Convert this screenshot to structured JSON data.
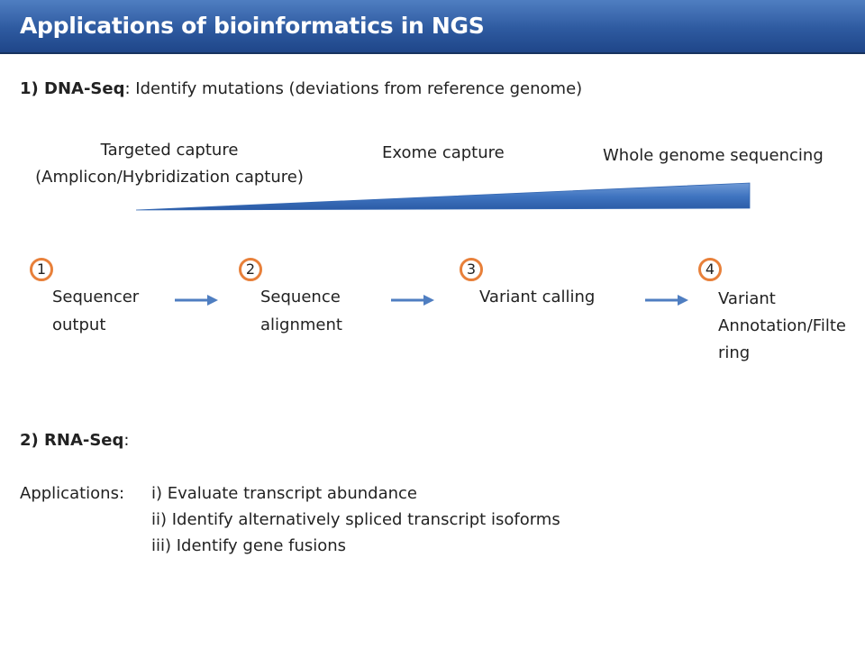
{
  "title": "Applications of bioinformatics in NGS",
  "dna_seq": {
    "label": "1) DNA-Seq",
    "description": ": Identify mutations (deviations from reference genome)",
    "capture": {
      "targeted_line1": "Targeted capture",
      "targeted_line2": "(Amplicon/Hybridization capture)",
      "exome": "Exome capture",
      "whole_genome": "Whole genome sequencing"
    },
    "steps": [
      {
        "number": "1",
        "line1": "Sequencer",
        "line2": "output",
        "line3": ""
      },
      {
        "number": "2",
        "line1": "Sequence",
        "line2": "alignment",
        "line3": ""
      },
      {
        "number": "3",
        "line1": "Variant calling",
        "line2": "",
        "line3": ""
      },
      {
        "number": "4",
        "line1": "Variant",
        "line2": "Annotation/Filte",
        "line3": "ring"
      }
    ]
  },
  "rna_seq": {
    "label": "2) RNA-Seq",
    "suffix": ":",
    "applications_label": "Applications:",
    "applications": [
      "i) Evaluate transcript abundance",
      "ii) Identify alternatively spliced transcript isoforms",
      "iii) Identify gene fusions"
    ]
  },
  "colors": {
    "title_bar": "#2e5aa0",
    "wedge": "#3f74c0",
    "arrow": "#4f7ec1",
    "step_circle": "#e8803a"
  }
}
